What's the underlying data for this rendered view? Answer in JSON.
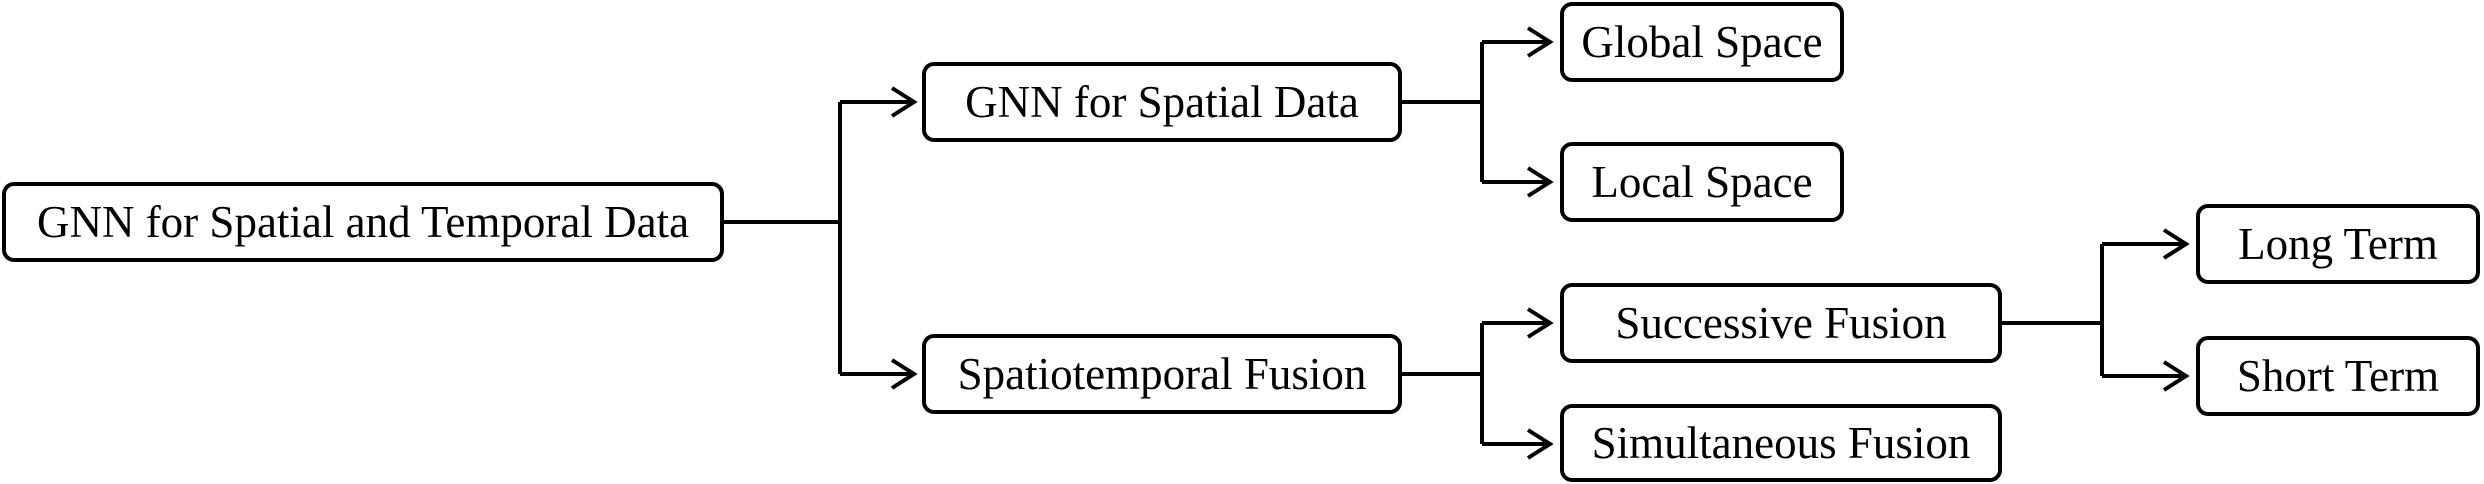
{
  "diagram": {
    "root": {
      "label": "GNN for Spatial and Temporal Data"
    },
    "spatial": {
      "label": "GNN for Spatial Data",
      "children": [
        {
          "label": "Global Space"
        },
        {
          "label": "Local Space"
        }
      ]
    },
    "fusion": {
      "label": "Spatiotemporal Fusion",
      "successive": {
        "label": "Successive Fusion",
        "children": [
          {
            "label": "Long Term"
          },
          {
            "label": "Short Term"
          }
        ]
      },
      "simultaneous": {
        "label": "Simultaneous Fusion"
      }
    }
  },
  "colors": {
    "stroke": "#000000",
    "background": "#ffffff"
  }
}
